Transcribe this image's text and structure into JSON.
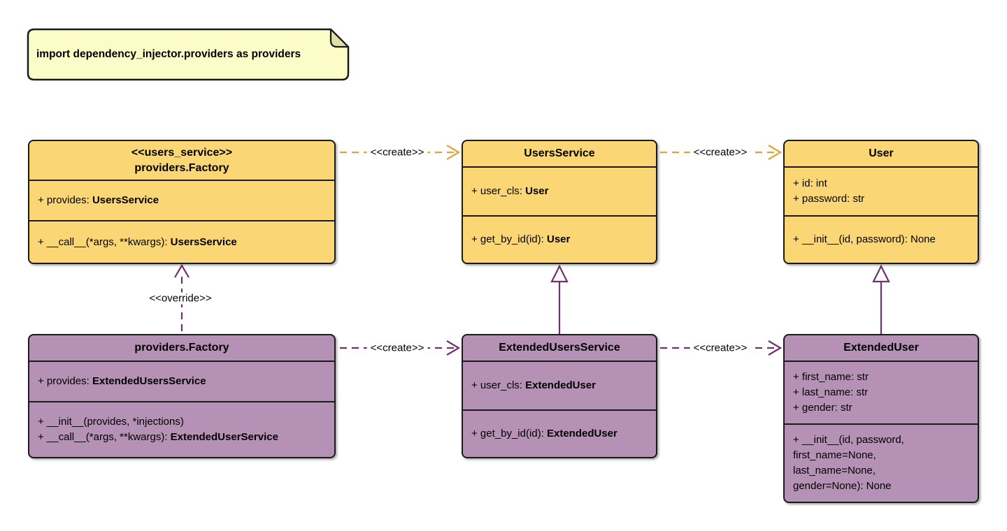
{
  "colors": {
    "class_fill_yellow": "#FAD774",
    "class_fill_purple": "#B491B5",
    "note_fill": "#FBFCC8",
    "note_fold_fill": "#DFE0A4",
    "outline": "#1A1A1A",
    "arrow_yellow": "#D9A53C",
    "arrow_purple": "#6D3070",
    "background": "#FFFFFF",
    "text": "#000000"
  },
  "note": {
    "text": "import dependency_injector.providers as providers"
  },
  "boxes": {
    "factory_users": {
      "stereotype": "<<users_service>>",
      "title": "providers.Factory",
      "attr_prefix": "+ provides: ",
      "attr_type": "UsersService",
      "method_prefix": "+ __call__(*args, **kwargs): ",
      "method_type": "UsersService"
    },
    "users_service": {
      "title": "UsersService",
      "attr_prefix": "+ user_cls: ",
      "attr_type": "User",
      "method_prefix": "+ get_by_id(id): ",
      "method_type": "User"
    },
    "user": {
      "title": "User",
      "attrs": [
        "+ id: int",
        "+ password: str"
      ],
      "method": "+ __init__(id, password): None"
    },
    "factory_extended": {
      "title": "providers.Factory",
      "attr_prefix": "+ provides: ",
      "attr_type": "ExtendedUsersService",
      "method1": "+ __init__(provides, *injections)",
      "method2_prefix": "+ __call__(*args, **kwargs): ",
      "method2_type": "ExtendedUserService"
    },
    "extended_users_service": {
      "title": "ExtendedUsersService",
      "attr_prefix": "+ user_cls: ",
      "attr_type": "ExtendedUser",
      "method_prefix": "+ get_by_id(id): ",
      "method_type": "ExtendedUser"
    },
    "extended_user": {
      "title": "ExtendedUser",
      "attrs": [
        "+ first_name: str",
        "+ last_name: str",
        "+ gender: str"
      ],
      "method_lines": [
        "+ __init__(id, password,",
        "first_name=None,",
        "last_name=None,",
        "gender=None): None"
      ]
    }
  },
  "relations": [
    {
      "from": "providers.Factory <<users_service>>",
      "to": "UsersService",
      "type": "create",
      "label": "<<create>>"
    },
    {
      "from": "UsersService",
      "to": "User",
      "type": "create",
      "label": "<<create>>"
    },
    {
      "from": "providers.Factory (extended)",
      "to": "ExtendedUsersService",
      "type": "create",
      "label": "<<create>>"
    },
    {
      "from": "ExtendedUsersService",
      "to": "ExtendedUser",
      "type": "create",
      "label": "<<create>>"
    },
    {
      "from": "providers.Factory (extended)",
      "to": "providers.Factory <<users_service>>",
      "type": "override",
      "label": "<<override>>"
    },
    {
      "from": "ExtendedUsersService",
      "to": "UsersService",
      "type": "inheritance",
      "label": ""
    },
    {
      "from": "ExtendedUser",
      "to": "User",
      "type": "inheritance",
      "label": ""
    }
  ]
}
